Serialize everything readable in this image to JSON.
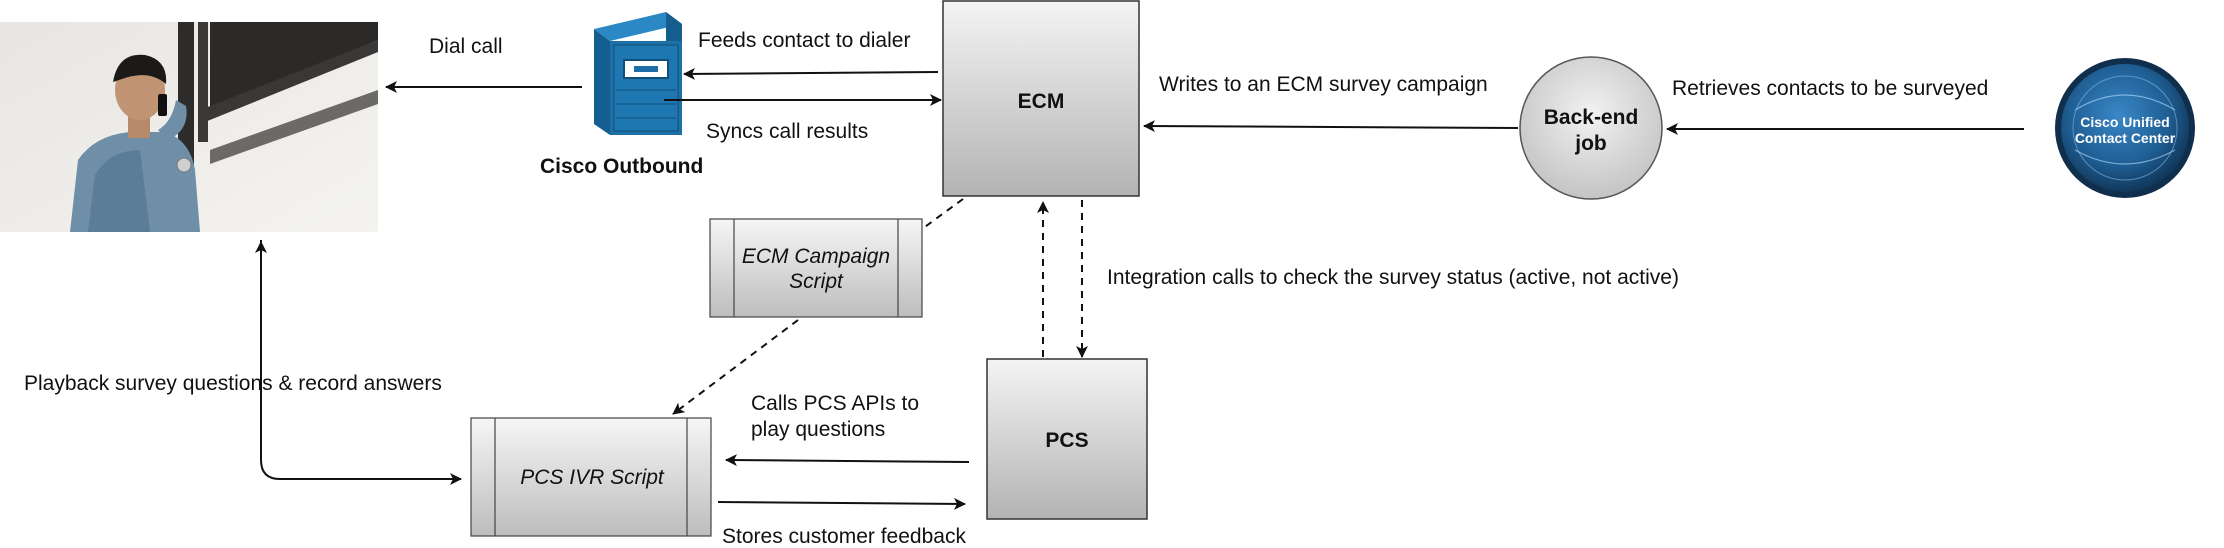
{
  "nodes": {
    "ecm": "ECM",
    "pcs": "PCS",
    "backend_job": [
      "Back-end",
      "job"
    ],
    "cisco_outbound": "Cisco Outbound",
    "ecm_campaign_script": [
      "ECM Campaign",
      "Script"
    ],
    "pcs_ivr_script": "PCS IVR Script",
    "ucc_logo": [
      "Cisco Unified",
      "Contact Center"
    ]
  },
  "labels": {
    "dial_call": "Dial call",
    "feeds_contact": "Feeds contact to dialer",
    "syncs_results": "Syncs call results",
    "writes_survey": "Writes to an ECM survey campaign",
    "retrieves_contacts": "Retrieves contacts to be surveyed",
    "integration_calls": "Integration calls to check the survey status (active, not active)",
    "playback": "Playback survey questions & record answers",
    "calls_pcs_apis": [
      "Calls PCS APIs to",
      "play questions"
    ],
    "stores_feedback": "Stores customer feedback"
  },
  "colors": {
    "outbound_blue": "#1d6fa5",
    "logo_blue": "#1f4e79",
    "box_gradient_top": "#f2f2f2",
    "box_gradient_bottom": "#b5b5b5",
    "stroke": "#111111"
  },
  "icons": {
    "person": "person-on-phone-photo",
    "server": "cisco-outbound-server-icon",
    "logo": "cisco-ucc-logo"
  }
}
